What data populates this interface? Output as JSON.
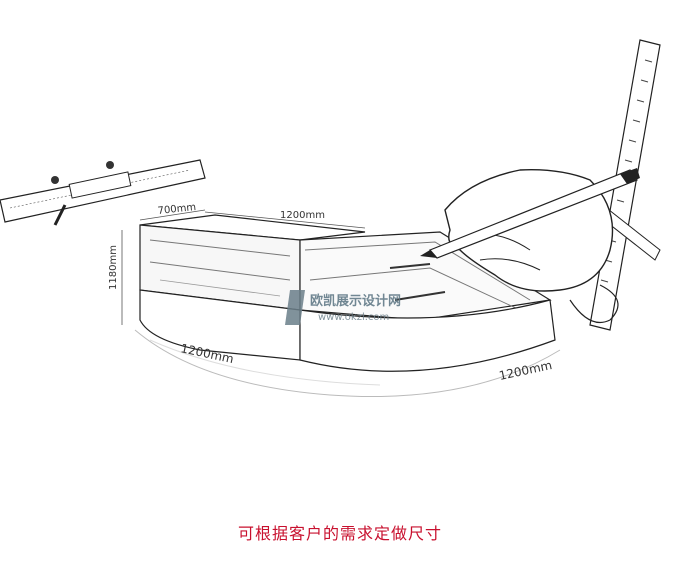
{
  "illustration": {
    "dimensions": {
      "depth": "700mm",
      "top_width": "1200mm",
      "height": "1180mm",
      "left_base": "1200mm",
      "right_base": "1200mm"
    },
    "watermark": {
      "name": "欧凯展示设计网",
      "url": "www.okzl.com"
    }
  },
  "caption": {
    "text": "可根据客户的需求定做尺寸",
    "color": "#c8102e"
  }
}
